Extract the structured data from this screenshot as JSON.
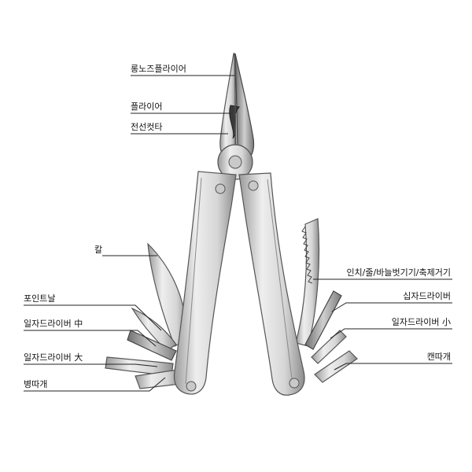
{
  "labels": {
    "long_nose_pliers": "롱노즈플라이어",
    "pliers": "플라이어",
    "wire_cutter": "전선컷타",
    "knife": "칼",
    "point_blade": "포인트날",
    "flat_driver_medium": "일자드라이버 中",
    "flat_driver_large": "일자드라이버 大",
    "bottle_opener": "병따개",
    "saw_file": "인치/줄/바늘벗기기/축제거기",
    "phillips_driver": "십자드라이버",
    "flat_driver_small": "일자드라이버 小",
    "can_opener": "캔따개"
  }
}
